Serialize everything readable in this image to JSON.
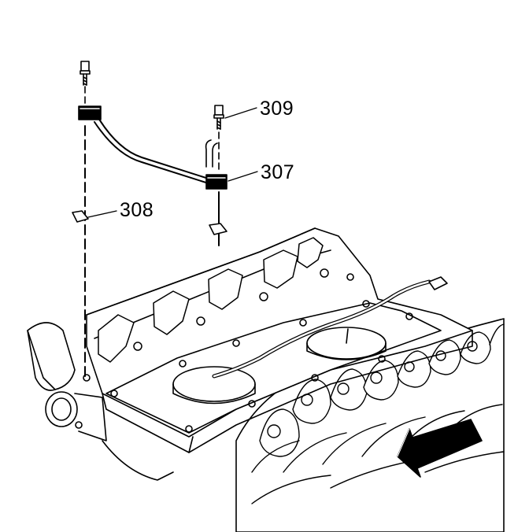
{
  "callouts": {
    "c309": "309",
    "c307": "307",
    "c308": "308"
  },
  "colors": {
    "line": "#000000",
    "paper": "#ffffff",
    "shade": "#dcdcdc",
    "dark_shade": "#bfbfbf"
  }
}
